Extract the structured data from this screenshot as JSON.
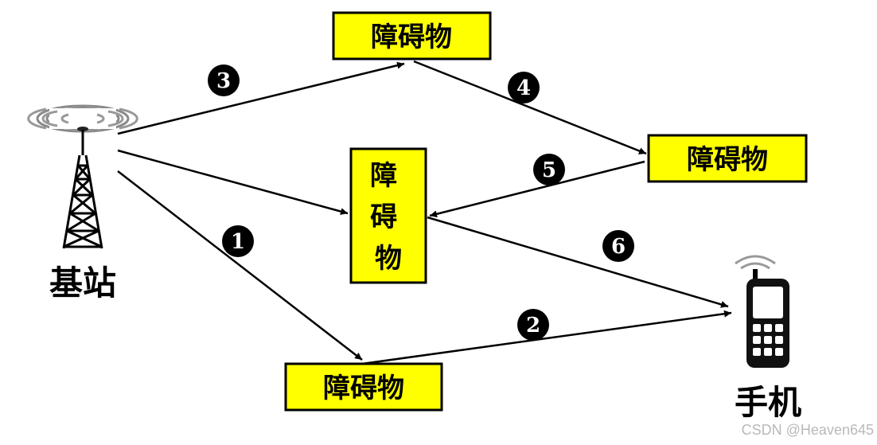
{
  "obstacle_label": "障碍物",
  "base_station_label": "基站",
  "phone_label": "手机",
  "step_labels": [
    "1",
    "2",
    "3",
    "4",
    "5",
    "6"
  ],
  "watermark": "CSDN @Heaven645",
  "colors": {
    "obstacle_fill": "#ffff00",
    "line": "#000000",
    "background": "#ffffff"
  },
  "icons": [
    "radio-tower-icon",
    "mobile-phone-icon"
  ]
}
